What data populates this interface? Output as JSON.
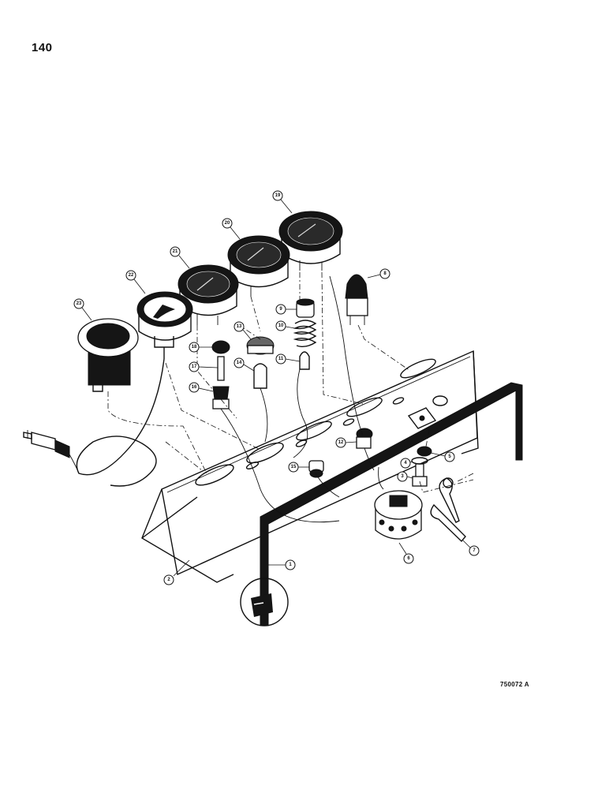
{
  "page_number": "140",
  "figure_id": "750072 A",
  "callouts": [
    {
      "label": "1"
    },
    {
      "label": "2"
    },
    {
      "label": "3"
    },
    {
      "label": "4"
    },
    {
      "label": "5"
    },
    {
      "label": "6"
    },
    {
      "label": "7"
    },
    {
      "label": "8"
    },
    {
      "label": "9"
    },
    {
      "label": "10"
    },
    {
      "label": "11"
    },
    {
      "label": "12"
    },
    {
      "label": "13"
    },
    {
      "label": "14"
    },
    {
      "label": "15"
    },
    {
      "label": "16"
    },
    {
      "label": "17"
    },
    {
      "label": "18"
    },
    {
      "label": "19"
    },
    {
      "label": "20"
    },
    {
      "label": "21"
    },
    {
      "label": "22"
    },
    {
      "label": "23"
    }
  ]
}
